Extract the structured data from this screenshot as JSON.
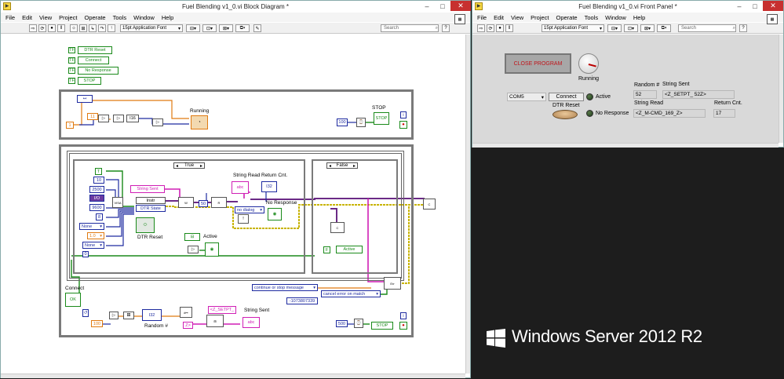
{
  "block_diagram": {
    "title": "Fuel Blending v1_0.vi Block Diagram *",
    "menu": [
      "File",
      "Edit",
      "View",
      "Project",
      "Operate",
      "Tools",
      "Window",
      "Help"
    ],
    "font_selector": "15pt Application Font",
    "search_placeholder": "Search",
    "top_labels": {
      "dtr_reset": "DTR Reset",
      "connect": "Connect",
      "no_response": "No Response",
      "stop": "STOP",
      "tf": "TF"
    },
    "loop1": {
      "running": "Running",
      "stop": "STOP",
      "const_11": "11",
      "const_1": "1",
      "const_100": "100"
    },
    "loop2": {
      "case_true": "True",
      "case_false": "False",
      "string_sent_local": "String Sent",
      "instr": "Instr",
      "dtr_state": "DTR State",
      "string_read": "String Read",
      "return_cnt": "Return Cnt.",
      "no_response": "No Response",
      "no_dialog": "no dialog",
      "dtr_reset": "DTR Reset",
      "active": "Active",
      "active_local": "Active",
      "const_10": "10",
      "const_2500": "2500",
      "const_9600": "9600",
      "const_8": "8",
      "const_none1": "None",
      "const_1_0": "1.0",
      "const_none2": "None",
      "const_0": "0",
      "const_50": "50",
      "connect": "Connect",
      "continue_msg": "continue or stop message",
      "cancel_error": "cancel error on match",
      "error_code": "-1073807339",
      "const_100": "100",
      "random": "Random #",
      "const_z_setpt": "<Z_SETPT_",
      "const_z": "Z>",
      "string_sent": "String Sent",
      "const_500": "500",
      "stop_local": "STOP",
      "io_label": "I/O"
    }
  },
  "front_panel": {
    "title": "Fuel Blending v1_0.vi Front Panel *",
    "menu": [
      "File",
      "Edit",
      "View",
      "Project",
      "Operate",
      "Tools",
      "Window",
      "Help"
    ],
    "font_selector": "15pt Application Font",
    "search_placeholder": "Search",
    "close_program": "CLOSE PROGRAM",
    "running": "Running",
    "random_label": "Random #",
    "random_value": "52",
    "string_sent_label": "String Sent",
    "string_sent_value": "<Z_SETPT_ 52Z>",
    "com_port": "COM5",
    "connect": "Connect",
    "active": "Active",
    "dtr_reset": "DTR Reset",
    "no_response": "No Response",
    "string_read_label": "String Read",
    "string_read_value": "<Z_M-CMD_169_Z>",
    "return_cnt_label": "Return Cnt.",
    "return_cnt_value": "17"
  },
  "desktop": {
    "os_name": "Windows Server 2012 R2"
  },
  "colors": {
    "desktop_bg": "#1d1d1d",
    "close_button": "#c7302f",
    "wire_blue": "#1e2ba0",
    "wire_orange": "#e07a10",
    "wire_green": "#1a8a1a",
    "wire_pink": "#d01fb5",
    "error_wire": "#c8b400",
    "panel_bg": "#d9d9d9"
  }
}
